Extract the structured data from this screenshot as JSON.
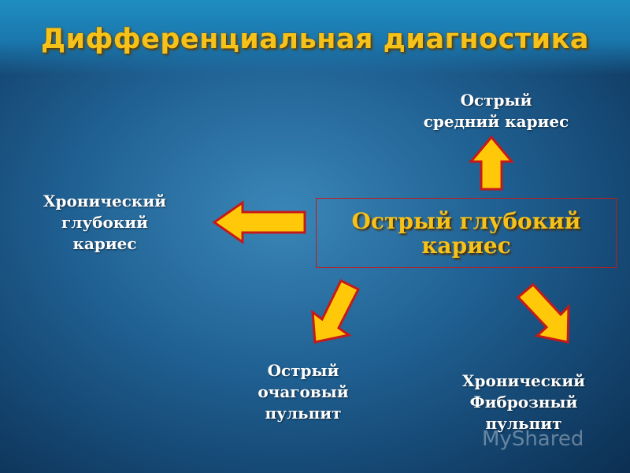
{
  "slide": {
    "title": "Дифференциальная диагностика",
    "center": {
      "lines": [
        "Острый глубокий",
        "кариес"
      ]
    },
    "nodes": {
      "top": {
        "lines": [
          "Острый",
          "средний кариес"
        ]
      },
      "left": {
        "lines": [
          "Хронический",
          "глубокий",
          "кариес"
        ]
      },
      "bottom_left": {
        "lines": [
          "Острый",
          "очаговый",
          "пульпит"
        ]
      },
      "bottom_right": {
        "lines": [
          "Хронический",
          "Фиброзный",
          "пульпит"
        ]
      }
    },
    "watermark": "МуShared"
  },
  "colors": {
    "title": "#f6c21a",
    "arrow_fill": "#ffc90a",
    "arrow_stroke": "#c41a1a",
    "box_border": "#c41a1a",
    "node_text": "#ffffff"
  }
}
